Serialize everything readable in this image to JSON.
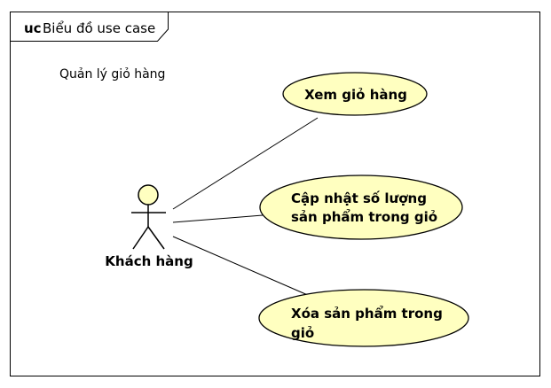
{
  "frame": {
    "keyword": "uc",
    "name": "Biểu đồ use case"
  },
  "subject": {
    "label": "Quản lý giỏ hàng"
  },
  "actor": {
    "name": "Khách hàng"
  },
  "use_cases": [
    {
      "id": "view-cart",
      "lines": [
        "Xem giỏ hàng"
      ]
    },
    {
      "id": "update-quantity",
      "lines": [
        "Cập nhật số lượng",
        "sản phẩm trong giỏ"
      ]
    },
    {
      "id": "remove-product",
      "lines": [
        "Xóa sản phẩm trong",
        "giỏ"
      ]
    }
  ],
  "colors": {
    "use_case_fill": "#FFFFC0",
    "actor_head_fill": "#FFFFC0",
    "stroke": "#000000"
  }
}
